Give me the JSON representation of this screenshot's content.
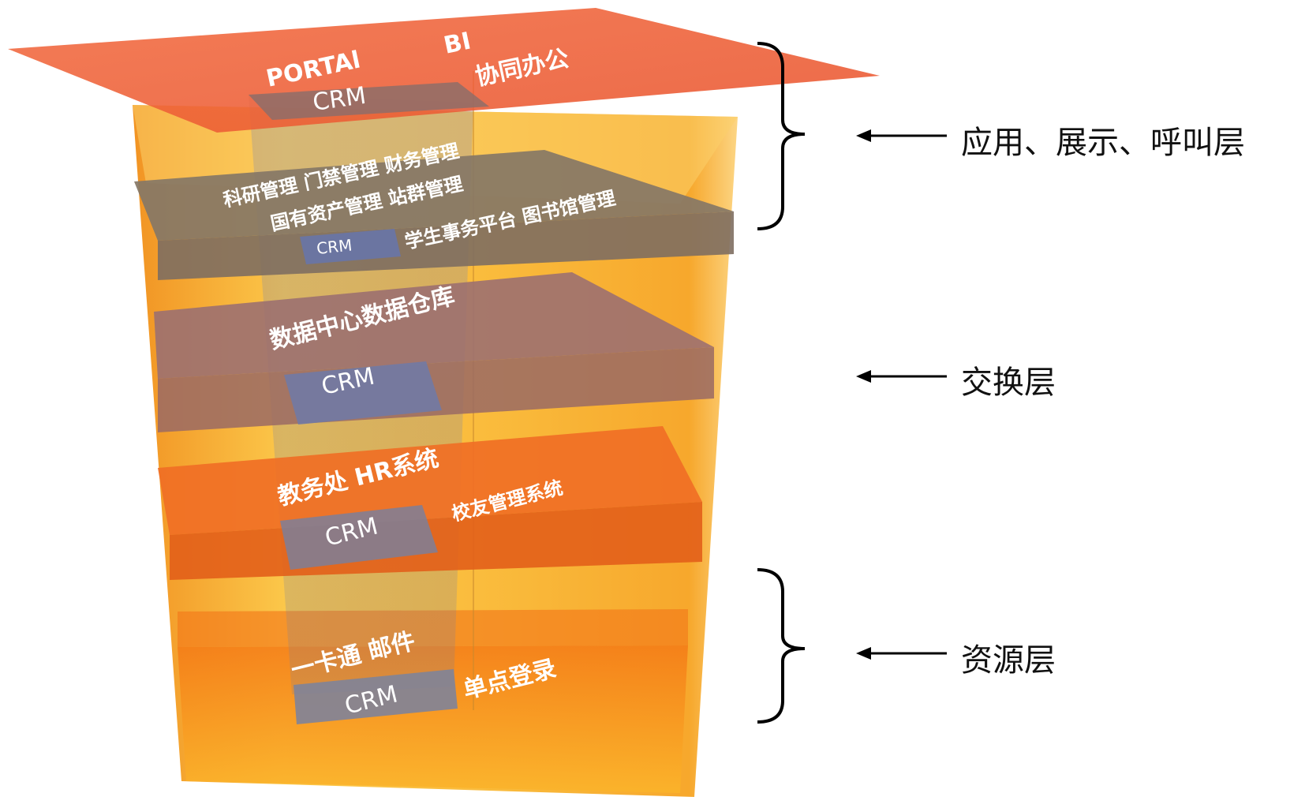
{
  "top_plane": {
    "words": [
      "PORTAl",
      "BI",
      "协同办公"
    ],
    "crm": "CRM"
  },
  "app_plate": {
    "lines": [
      "科研管理  门禁管理  财务管理",
      "国有资产管理  站群管理",
      "学生事务平台  图书馆管理"
    ],
    "crm": "CRM"
  },
  "exchange_plate": {
    "title": "数据中心数据仓库",
    "crm": "CRM"
  },
  "business_plate": {
    "line1": "教务处  HR系统",
    "line2": "校友管理系统",
    "crm": "CRM"
  },
  "resource_plate": {
    "line1": "一卡通  邮件",
    "line2": "单点登录",
    "crm": "CRM"
  },
  "labels": {
    "app_layer": "应用、展示、呼叫层",
    "exchange_layer": "交换层",
    "resource_layer": "资源层"
  },
  "colors": {
    "top_plane": "#f0603a",
    "column": "#f7a823",
    "app_plate": "#8c7b6b",
    "exchange_plate": "#a86a60",
    "business_plate": "#ee7a2a",
    "crm_box": "#6f7896"
  }
}
